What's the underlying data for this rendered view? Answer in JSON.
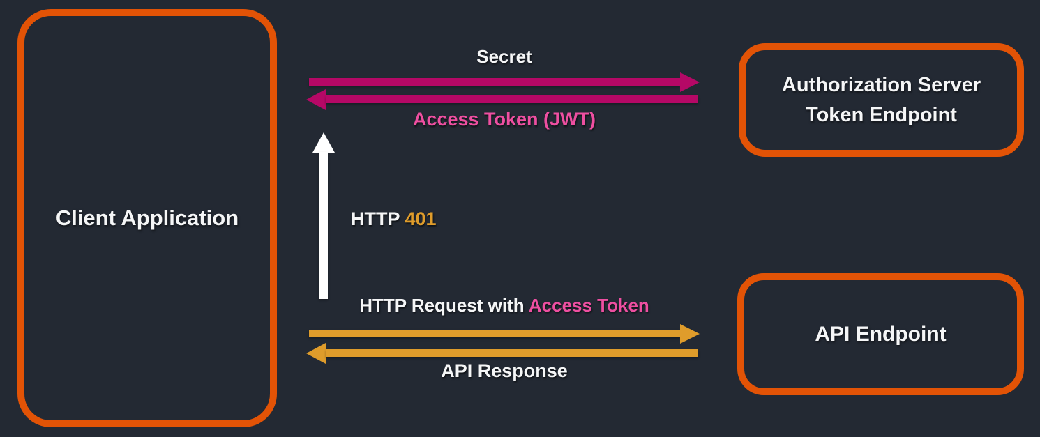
{
  "colors": {
    "bg": "#232933",
    "orange": "#e25306",
    "magenta": "#b50866",
    "pink": "#ee4fa1",
    "gold": "#df9c2b",
    "white": "#ffffff",
    "text": "#f5f6f7"
  },
  "nodes": {
    "client": {
      "label": "Client Application"
    },
    "auth_server": {
      "label_line1": "Authorization Server",
      "label_line2": "Token Endpoint"
    },
    "api": {
      "label": "API Endpoint"
    }
  },
  "flows": {
    "secret": {
      "label": "Secret",
      "direction": "right",
      "color": "#b50866"
    },
    "access_token": {
      "label": "Access Token (JWT)",
      "direction": "left",
      "color": "#b50866"
    },
    "http_401": {
      "label_prefix": "HTTP ",
      "label_code": "401",
      "direction": "up",
      "color": "#ffffff"
    },
    "http_request": {
      "label_prefix": "HTTP Request with ",
      "label_highlight": "Access Token",
      "direction": "right",
      "color": "#df9c2b"
    },
    "api_response": {
      "label": "API Response",
      "direction": "left",
      "color": "#df9c2b"
    }
  }
}
